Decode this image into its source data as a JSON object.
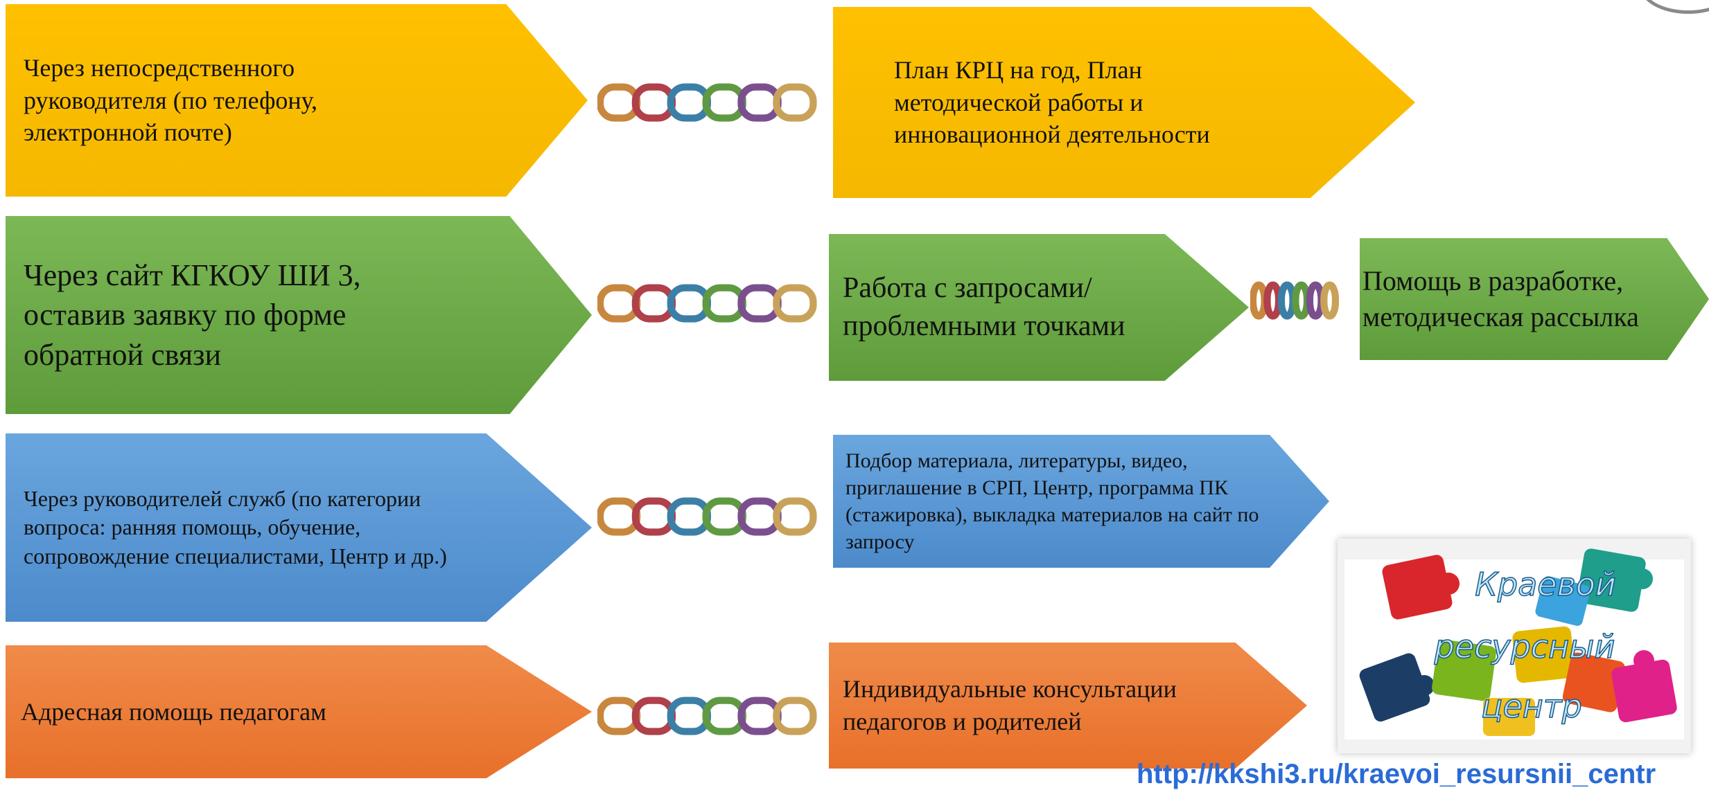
{
  "left_items": [
    {
      "text": "Через непосредственного руководителя (по телефону, электронной почте)",
      "color": "#FFC000"
    },
    {
      "text": "Через сайт  КГКОУ ШИ 3, оставив заявку по форме обратной связи",
      "color": "#70AD47"
    },
    {
      "text": "Через руководителей служб (по категории вопроса: ранняя помощь, обучение, сопровождение специалистами, Центр и др.)",
      "color": "#5B9BD5"
    },
    {
      "text": "Адресная помощь педагогам",
      "color": "#ED7D31"
    }
  ],
  "right_items": [
    {
      "text": "План КРЦ на год, План методической работы и инновационной деятельности",
      "color": "#FFC000"
    },
    {
      "text": "Работа с запросами/проблемными точками",
      "color": "#70AD47"
    },
    {
      "text": "Подбор материала, литературы, видео, приглашение в СРП, Центр, программа ПК (стажировка), выкладка материалов на сайт по запросу",
      "color": "#5B9BD5"
    },
    {
      "text": "Индивидуальные консультации педагогов и родителей",
      "color": "#ED7D31"
    }
  ],
  "extra_item": {
    "text": "Помощь в разработке, методическая рассылка",
    "color": "#70AD47"
  },
  "chain_colors": [
    "#C8873E",
    "#B0404A",
    "#3C7FA6",
    "#5F9A43",
    "#7B4F8E",
    "#C9A25A"
  ],
  "image": {
    "line1": "Краевой",
    "line2": "ресурсный",
    "line3": "центр"
  },
  "url": "http://kkshi3.ru/kraevoi_resursnii_centr"
}
